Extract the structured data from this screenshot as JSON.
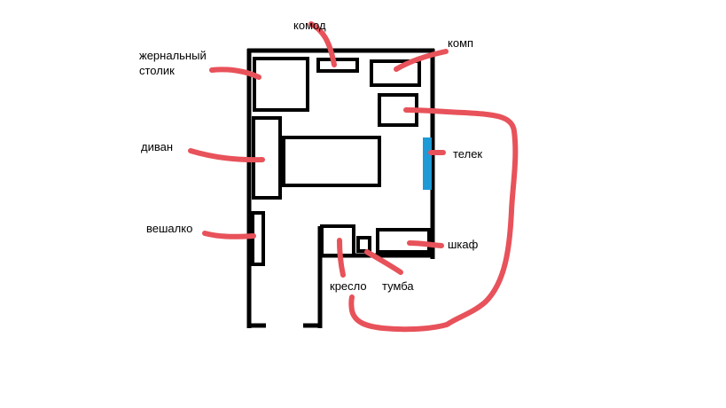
{
  "colors": {
    "wall": "#000000",
    "pointer": "#e8525a",
    "tv": "#1e9ad6",
    "background": "#ffffff"
  },
  "labels": {
    "chest": "комод",
    "coffee_table": "жернальный\nстолик",
    "computer": "комп",
    "sofa": "диван",
    "tv": "телек",
    "hanger": "вешалко",
    "wardrobe": "шкаф",
    "armchair": "кресло",
    "nightstand": "тумба"
  }
}
